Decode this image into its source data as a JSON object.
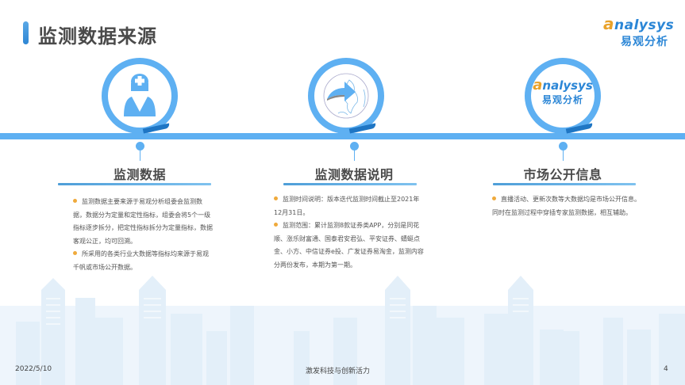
{
  "header": {
    "title": "监测数据来源"
  },
  "logo": {
    "en_first": "a",
    "en_rest": "nalysys",
    "cn": "易观分析"
  },
  "columns": [
    {
      "icon": "nurse-icon",
      "title": "监测数据",
      "bullets": [
        "监测数据主要来源于易观分析组委会监测数据，数据分为定量和定性指标，组委会将5个一级指标逐步拆分，把定性指标拆分为定量指标，数据客观公正，均可回溯。",
        "所采用的各类行业大数据等指标均来源于易观千帆或市场公开数据。"
      ]
    },
    {
      "icon": "globe-arrow-icon",
      "title": "监测数据说明",
      "bullets": [
        "监测时间说明：版本迭代监测时间截止至2021年12月31日。",
        "监测范围：累计监测8款证券类APP，分别是同花顺、涨乐财富通、国泰君安君弘、平安证券、蜻蜓点金、小方、中信证券e投、广发证券易淘金，监测内容分两份发布，本期为第一期。"
      ]
    },
    {
      "icon": "analysys-logo-icon",
      "logo_en_first": "a",
      "logo_en_rest": "nalysys",
      "logo_cn": "易观分析",
      "title": "市场公开信息",
      "bullets": [
        "直播活动、更新次数等大数据均是市场公开信息。同时在监测过程中穿插专家监测数据，相互辅助。"
      ]
    }
  ],
  "footer": {
    "date": "2022/5/10",
    "slogan": "激发科技与创新活力",
    "page": "4"
  },
  "colors": {
    "accent": "#5eb0f2",
    "accent_dark": "#2b86d6",
    "bullet": "#efaa3c",
    "title": "#4a4a4a"
  }
}
